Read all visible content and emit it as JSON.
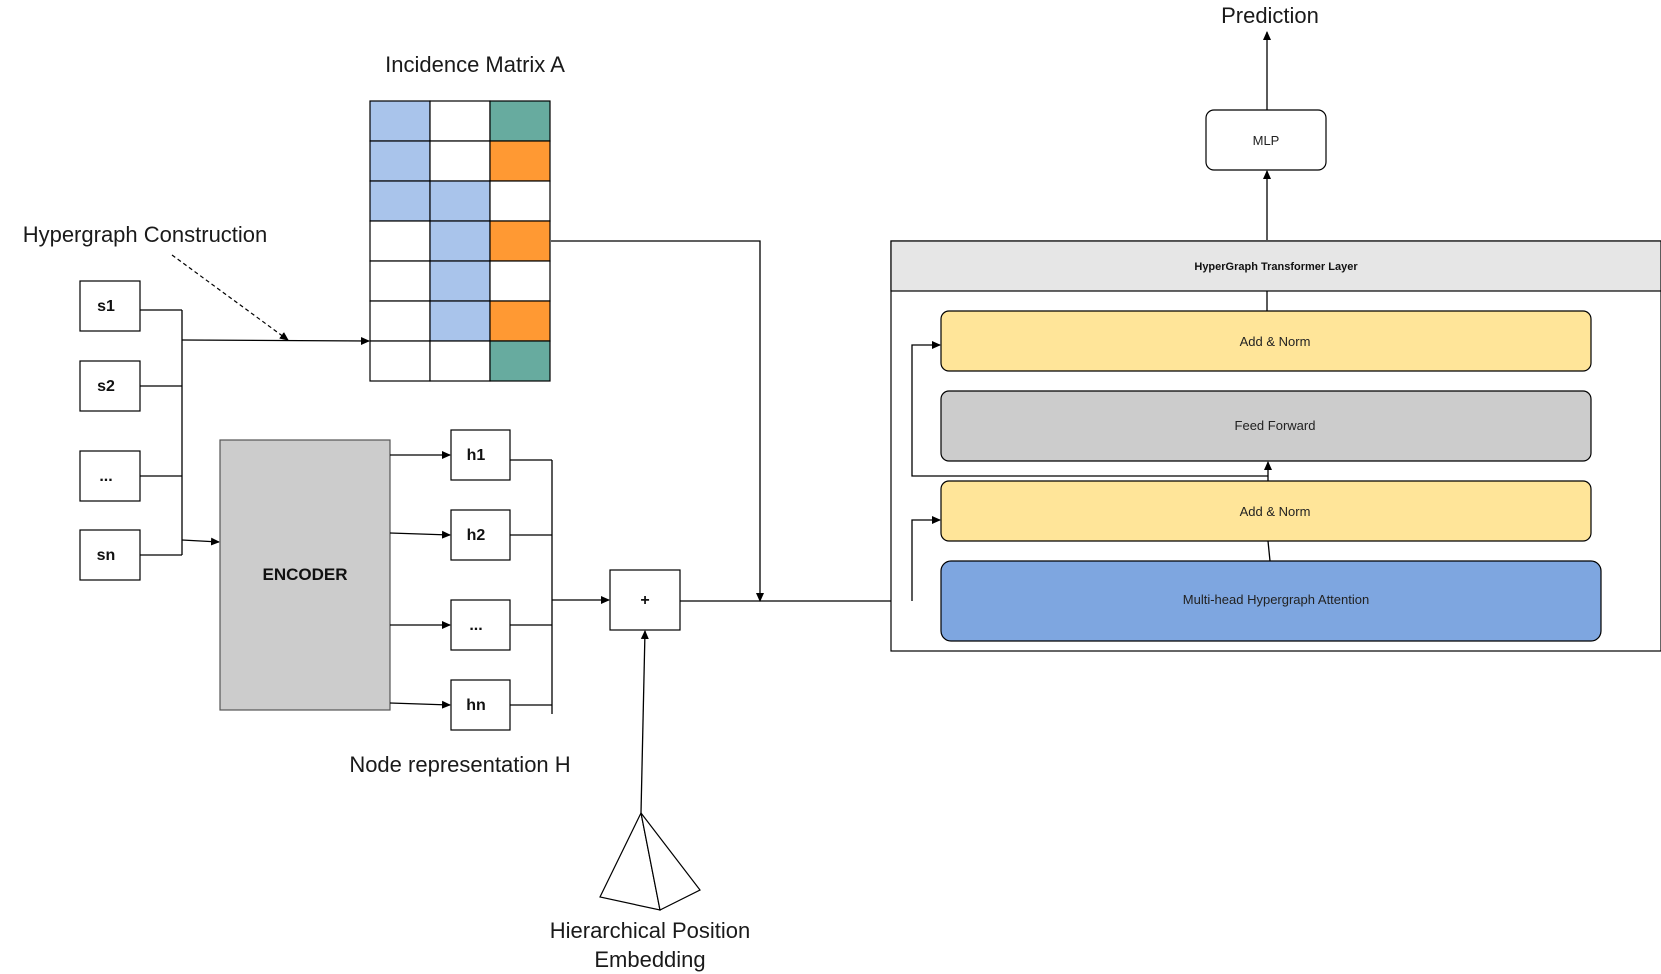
{
  "labels": {
    "prediction": "Prediction",
    "incidence_matrix": "Incidence Matrix A",
    "hypergraph_construction": "Hypergraph Construction",
    "node_representation": "Node representation H",
    "position_embedding_line1": "Hierarchical Position",
    "position_embedding_line2": "Embedding"
  },
  "inputs": [
    "s1",
    "s2",
    "...",
    "sn"
  ],
  "encoder": {
    "label": "ENCODER"
  },
  "hidden": [
    "h1",
    "h2",
    "...",
    "hn"
  ],
  "plus_node": {
    "label": "+"
  },
  "incidence_matrix": {
    "rows": [
      [
        "blue",
        "white",
        "teal"
      ],
      [
        "blue",
        "white",
        "orange"
      ],
      [
        "blue",
        "blue",
        "white"
      ],
      [
        "white",
        "blue",
        "orange"
      ],
      [
        "white",
        "blue",
        "white"
      ],
      [
        "white",
        "blue",
        "orange"
      ],
      [
        "white",
        "white",
        "teal"
      ]
    ]
  },
  "transformer": {
    "header": "HyperGraph Transformer Layer",
    "add_norm_top": "Add & Norm",
    "feed_forward": "Feed Forward",
    "add_norm_bottom": "Add & Norm",
    "attention": "Multi-head Hypergraph Attention"
  },
  "mlp": {
    "label": "MLP"
  },
  "colors": {
    "blue": "#a9c4eb",
    "white": "#ffffff",
    "teal": "#67ab9f",
    "orange": "#ff9933",
    "encoder_fill": "#cccccc",
    "add_norm_fill": "#ffe599",
    "feed_forward_fill": "#cccccc",
    "attention_fill": "#7ea6e0",
    "header_fill": "#e6e6e6"
  }
}
